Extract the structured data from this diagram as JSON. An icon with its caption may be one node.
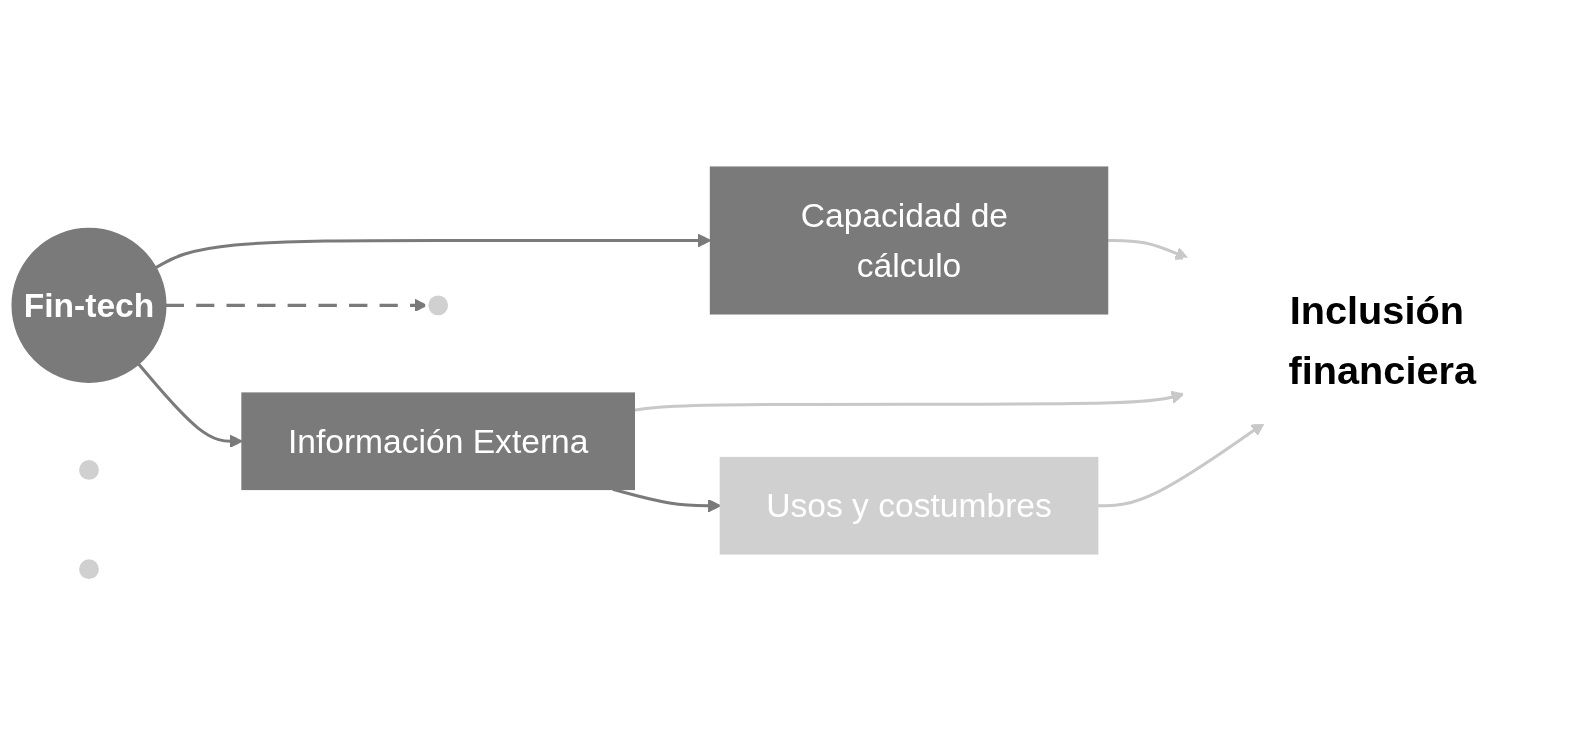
{
  "diagram": {
    "nodes": [
      {
        "text": [
          "Fin-tech"
        ]
      },
      {
        "text": [],
        "shape": "circle"
      },
      {
        "text": [
          "Capacidad de cálculo"
        ]
      },
      {
        "text": [],
        "shape": "circle"
      },
      {
        "text": [
          "Información Externa"
        ]
      },
      {
        "text": [],
        "shape": "circle"
      },
      {
        "text": [
          "Usos y costumbres"
        ]
      },
      {
        "text": [
          "Inclusión financiera"
        ]
      }
    ],
    "edges": [
      {
        "from": 0,
        "to": 2,
        "arrow": "to"
      },
      {
        "from": 0,
        "to": 4,
        "arrow": "to"
      },
      {
        "from": 4,
        "to": 6,
        "arrow": "to"
      },
      {
        "from": 0,
        "to": 5,
        "arrow": "to",
        "style": "dashed"
      },
      {
        "from": 2,
        "to": 7,
        "arrow": "to",
        "color": "#c8c8c8"
      },
      {
        "from": 4,
        "to": 7,
        "arrow": "to",
        "color": "#c8c8c8"
      },
      {
        "from": 6,
        "to": 7,
        "arrow": "to",
        "color": "#c8c8c8"
      }
    ]
  }
}
